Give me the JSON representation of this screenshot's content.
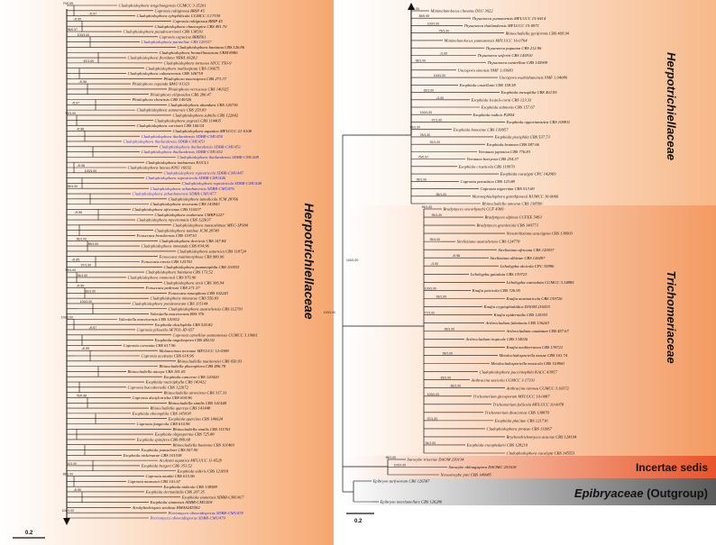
{
  "left_tree": {
    "clade_label": "Herpotrichiellaceae",
    "scale_label": "0.2",
    "leaves": [
      {
        "t": "Cladophialophora tengchongensis CGMCC 3.15201",
        "s": "79/0.99"
      },
      {
        "t": "Capronia rubiginosa BRIP 45"
      },
      {
        "t": "Cladophialophora xylophilicula CGMCC 3.17330",
        "s": "-/0.97"
      },
      {
        "t": "Capronia rubiginosa BRIP 45",
        "s": "-/0.95"
      },
      {
        "t": "Cladophialophora chaetospira CBS 491.70"
      },
      {
        "t": "Cladophialophora pseudocarrionii CBS 138591",
        "s": "96/0.97"
      },
      {
        "t": "Capronia capucina BBB561",
        "s": "100/1.00"
      },
      {
        "t": "Cladophialophora parmeliae CBS 129337",
        "c": "blue"
      },
      {
        "t": "Cladophialophora bantiana CBS 126.86"
      },
      {
        "t": "Cladophialophora bromelliasiarum URM 8086"
      },
      {
        "t": "Cladophialophora floridana NRRL 66282"
      },
      {
        "t": "Cladophialophora tortuosa ATCC T50-9",
        "s": "87/1.00"
      },
      {
        "t": "Cladophialophora multiseptata CBS 136675"
      },
      {
        "t": "Cladophialophora cabanerensis CBS 146718"
      },
      {
        "t": "Phialophora macrospora CBS 273.37"
      },
      {
        "t": "Phialophora expanda BMU 01323",
        "s": "-/0.98"
      },
      {
        "t": "Phialophora verrucosa CBS 140325"
      },
      {
        "t": "Phialophora ellipsoidea CBS 286.47"
      },
      {
        "t": "Phialophora chinensis CBS 140326"
      },
      {
        "t": "Cladophialophora abundans CBS 126736",
        "s": "-/0.97"
      },
      {
        "t": "Cladophialophora samoensis CBS 259.83"
      },
      {
        "t": "Cladophialophora subtilis CBS 122642",
        "s": "99/1.00"
      },
      {
        "t": "Cladophialophora yegresii CBS 114405"
      },
      {
        "t": "Cladophialophora carrionii CBS 160.54"
      },
      {
        "t": "Cladophialophora aquatica MFLUCC 21-0108",
        "s": "-/0.98"
      },
      {
        "t": "Cladophialophora thailandensis SDBR-CMU450",
        "c": "blue"
      },
      {
        "t": "Cladophialophora thailandensis SDBR-CMU453",
        "c": "blue"
      },
      {
        "t": "Cladophialophora thailandensis SDBR-CMU451",
        "c": "blue"
      },
      {
        "t": "Cladophialophora thailandensis SDBR-CMU452",
        "c": "blue"
      },
      {
        "t": "Cladophialophora thailandensis SDBR-CMU449",
        "c": "blue"
      },
      {
        "t": "Cladophialophora inabaensis EUCL1"
      },
      {
        "t": "Cladophialophora lanosa KNU 16032",
        "s": "-/0.96"
      },
      {
        "t": "Cladophialophora rupestricola SDBR-CMU447",
        "c": "blue",
        "s": "100/1.00"
      },
      {
        "t": "Cladophialophora rupestricola SDBR-CMU446",
        "c": "blue"
      },
      {
        "t": "Cladophialophora rupestricola SDBR-CMU448",
        "c": "blue"
      },
      {
        "t": "Cladophialophora urbanbanensis SDBR-CMU476",
        "c": "blue",
        "s": "95/1.00"
      },
      {
        "t": "Cladophialophora urbanbanensis SDBR-CMU477",
        "c": "blue"
      },
      {
        "t": "Cladophialophora tumulicola JCM 28766"
      },
      {
        "t": "Cladophialophora recurvata CBS 143843"
      },
      {
        "t": "Cladophialophora africanus CBS 116537"
      },
      {
        "t": "Cladophialophora exuberans CMRP1227",
        "s": "-/0.96"
      },
      {
        "t": "Cladophialophora mycetomatis CBS 122637"
      },
      {
        "t": "Cladophialophora matsushimae MFC-1P384"
      },
      {
        "t": "Cladophialophora tumbae JCM 28749"
      },
      {
        "t": "Fonsecaea brasiliensis CBS 119710"
      },
      {
        "t": "Cladophialophora devriesii CBS 147.84",
        "s": "96/1.00"
      },
      {
        "t": "Cladophialophora immunda CBS 834.96",
        "s": "89/1.00"
      },
      {
        "t": "Cladophialophora saturnica CBS 118724"
      },
      {
        "t": "Fonsecaea multimorphosa CBS 980.96"
      },
      {
        "t": "Fonsecaea erecta CBS 125763",
        "s": "-/0.95"
      },
      {
        "t": "Cladophialophora psammophila CBS 110553",
        "s": "97/1.00"
      },
      {
        "t": "Cladophialophora bantiana CBS 173.52",
        "s": "99/1.00"
      },
      {
        "t": "Cladophialophora emmonsii CBS 979.96",
        "s": "94/1.00"
      },
      {
        "t": "Cladophialophora arxii CBS 306.94"
      },
      {
        "t": "Fonsecaea pedrosoi CBS 271.37",
        "s": "-/0.95"
      },
      {
        "t": "Fonsecaea monophora CBS 102243",
        "s": "82/1.00"
      },
      {
        "t": "Cladophialophora minourae CBS 556.83"
      },
      {
        "t": "Cladophialophora potulentorum CBS 115144",
        "s": "100/1.00"
      },
      {
        "t": "Cladophialophora australiensis CBS 112793"
      },
      {
        "t": "Valentiella maceioensis BSS 376"
      },
      {
        "t": "Valentiella maceioensis CBS 141852",
        "s": "100/1.00"
      },
      {
        "t": "Exophiala alcalophila CBS 520.82"
      },
      {
        "t": "Capronia pilosella AFTOL-ID 657",
        "s": "-/0.97"
      },
      {
        "t": "Capronia camelliae-yunnanensis CGMCC 3.19061"
      },
      {
        "t": "Exophiala angulospora CBS 482.92"
      },
      {
        "t": "Capronia coronata CBS 617.96"
      },
      {
        "t": "Melanoctona tectonae MFLUCC 12-0389",
        "s": "-/0.99"
      },
      {
        "t": "Capronia acutiseta CBS 618.96"
      },
      {
        "t": "Rhinocladiella mackenziei CBS 650.93"
      },
      {
        "t": "Rhinocladiella phaeophora CBS 496.78"
      },
      {
        "t": "Rhinocladiella anceps CBS 181.65"
      },
      {
        "t": "Exophiala cancerae CBS 120420"
      },
      {
        "t": "Exophiala nucleiphylla CBS 143412"
      },
      {
        "t": "Capronia buccabenedii CBS 122672"
      },
      {
        "t": "Rhinocladiella atrovirens CBS 317.33"
      },
      {
        "t": "Capronia dactylotricha CBS 604.96",
        "s": "76/0.98"
      },
      {
        "t": "Rhinocladiella similis CBS 141448"
      },
      {
        "t": "Rhinocladiella quercus CBS 141448"
      },
      {
        "t": "Exophiala abietophila CBS 145038"
      },
      {
        "t": "Exophiala quercina CBS 146024"
      },
      {
        "t": "Capronia fungicola CBS 614.96"
      },
      {
        "t": "Rhinocladiella similis CBS 111763"
      },
      {
        "t": "Exophiala oligosperma CBS 725.88"
      },
      {
        "t": "Exophiala spinifera CBS 899.68"
      },
      {
        "t": "Rhinocladiella basitona CBS 101460"
      },
      {
        "t": "Exophiala jeanselmei CBS 507.90"
      },
      {
        "t": "Exophiala nishimurae CBS 101538"
      },
      {
        "t": "Aculeata aquatica MFLUCC 11-0529"
      },
      {
        "t": "Exophiala bergeri CBS 353.52",
        "s": "52/1.00"
      },
      {
        "t": "Exophiala sideris CBS 121818"
      },
      {
        "t": "Capronia munkii CBS 615.96",
        "s": "99/1.00"
      },
      {
        "t": "Capronia mansonii CBS 101.67"
      },
      {
        "t": "Exophiala nidicola CBS 138589"
      },
      {
        "t": "Exophiala dermatitidis CBS 207.35",
        "s": "-/0.95"
      },
      {
        "t": "Exophiala siamensis SDBR-CMU417"
      },
      {
        "t": "Exophiala siamensis SDBR-CMU418"
      },
      {
        "t": "Atrokylindriopsis setulosa HMAS245592"
      },
      {
        "t": "Petriomyces obovoidisporus SDBR-CMU478",
        "c": "blue",
        "s": "100/1.00"
      },
      {
        "t": "Petriomyces obovoidisporus SDBR-CMU479",
        "c": "blue"
      }
    ]
  },
  "right_tree": {
    "scale_label": "0.2",
    "families": [
      {
        "name": "Herpotrichiellaceae",
        "color": "#f7b98a"
      },
      {
        "name": "Trichomeriaceae",
        "color": "#f5a26c"
      },
      {
        "name": "Incertae sedis",
        "color": "#ea5a2e"
      },
      {
        "name": "Epibryaceae",
        "suffix": " (Outgroup)",
        "color": "#6e6e6e"
      }
    ],
    "leaves": [
      {
        "t": "Minimelanolocus clavatus DLU 3022",
        "s": "98/1.00",
        "f": 0
      },
      {
        "t": "Thysanorea yunnanensis MFLUCC 15-0414",
        "s": "89/0.99",
        "f": 0
      },
      {
        "t": "Thysanorea thailandensis MFLUCC 15-0971",
        "s": "100/1.00",
        "f": 0
      },
      {
        "t": "Rhinocladiella pyriformis CBS 469.94",
        "s": "75/1.00",
        "f": 0
      },
      {
        "t": "Minimelanolocus yunnanensis MFLUCC 16-0764",
        "f": 0
      },
      {
        "t": "Thysanorea papuana CBS 212.96",
        "f": 0
      },
      {
        "t": "Thysanorea seifertii CBS 145910",
        "s": "-/1.00",
        "f": 0
      },
      {
        "t": "Thysanorea cantrelliae CBS 145909",
        "s": "98/1.00",
        "f": 0
      },
      {
        "t": "Uncispora sinensis YMF 1.03683",
        "f": 0
      },
      {
        "t": "Uncispora wuzhishanensis YMF 1.04080",
        "s": "100/1.00",
        "f": 0
      },
      {
        "t": "Exophiala castellanii CBS 158.58",
        "f": 0
      },
      {
        "t": "Exophiala mesophila CBS 402.95",
        "s": "92/1.00",
        "f": 0
      },
      {
        "t": "Exophiala lecanii-corni CBS 123.33",
        "s": "-/1.00",
        "f": 0
      },
      {
        "t": "Exophiala salmonis CBS 157.67",
        "f": 0
      },
      {
        "t": "Exophiala radicis P2854",
        "s": "100/1.00",
        "f": 0
      },
      {
        "t": "Exophiala opportunistica CBS 109811",
        "s": "97/1.00",
        "f": 0
      },
      {
        "t": "Exophiala bonariae CBS 139957",
        "s": "99/1.00",
        "f": 0
      },
      {
        "t": "Exophiala pisciphila CBS 537.73",
        "s": "78/1.00",
        "f": 0
      },
      {
        "t": "Exophiala brunnea CBS 587.66",
        "s": "92/1.00",
        "f": 0
      },
      {
        "t": "Veronaea japonica CBS 776.83",
        "f": 0
      },
      {
        "t": "Veronaea botryosa CBS 254.57",
        "s": "75/0.97",
        "f": 0
      },
      {
        "t": "Exophiala crusticola CBS 119970",
        "f": 0
      },
      {
        "t": "Exophiala eucalypti CPC 142069",
        "f": 0
      },
      {
        "t": "Capronia parasitica CBS 123.88",
        "s": "99/1.00",
        "f": 0
      },
      {
        "t": "Capronia nigerrima CBS 513.69",
        "f": 0
      },
      {
        "t": "Marinophialophora garethjonesii KUMCC 16-0066",
        "s": "86/1.00",
        "f": 0
      },
      {
        "t": "Rhinocladiella amoena CBS 138590",
        "f": 0
      },
      {
        "t": "Bradymyces oncorhynchi CCF 4369",
        "s": "93/1.00",
        "f": 1
      },
      {
        "t": "Bradymyces alpinus CCFEE 5493",
        "s": "99/1.00",
        "f": 1
      },
      {
        "t": "Bradymyces graniticola CBS 140773",
        "f": 1
      },
      {
        "t": "Neostrelitziana acaciigena CBS 139903",
        "f": 1
      },
      {
        "t": "Strelitziana australiensis CBS 124778",
        "s": "99/1.00",
        "f": 1
      },
      {
        "t": "Strelitziana africana CBS 120037",
        "f": 1
      },
      {
        "t": "Strelitziana albiziae CBS 126497",
        "s": "-/0.98",
        "f": 1
      },
      {
        "t": "Lithohypha aloicola CPC 35996",
        "s": "-/1.00",
        "f": 1
      },
      {
        "t": "Lithohypha guttulata CBS 139723",
        "f": 1
      },
      {
        "t": "Lithohypha catenulata CGMCC 3.14885",
        "f": 1
      },
      {
        "t": "Knufia petricola CBS 726.95",
        "s": "100/1.00",
        "f": 1
      },
      {
        "t": "Knufia marmoricola CBS 139726",
        "s": "93/1.00",
        "f": 1
      },
      {
        "t": "Knufia cryptophialidica DAOM 216555",
        "f": 1
      },
      {
        "t": "Knufia epidermidis CBS 120353",
        "s": "77/1.00",
        "f": 1
      },
      {
        "t": "Arthrocladium fulminans CBS 136243",
        "f": 1
      },
      {
        "t": "Arthrocladium caudatum CBS 457.67",
        "s": "99/1.00",
        "f": 1
      },
      {
        "t": "Arthrocladium tropicale CBS 134926",
        "f": 1
      },
      {
        "t": "Knufia mediterranea CBS 139721",
        "f": 1
      },
      {
        "t": "Metulocladosporiella musae CBS 161.74",
        "s": "99/1.00",
        "f": 1
      },
      {
        "t": "Metulocladosporiella musicola CBS 110960",
        "f": 1
      },
      {
        "t": "Cladophialophora pucciniophila KACC 43957",
        "f": 1
      },
      {
        "t": "Anthracina saxicola CGMCC 3.17331",
        "s": "83/1.00",
        "f": 1
      },
      {
        "t": "Anthracina ramosa CGMCC 3.16372",
        "s": "86/1.00",
        "f": 1
      },
      {
        "t": "Trichomerium gleosporum MFLUCC 10-0087",
        "s": "100/1.00",
        "f": 1
      },
      {
        "t": "Trichomerium foliicola MFLUCC 10-0078",
        "f": 1
      },
      {
        "t": "Trichomerium dioscoreae CBS 138870",
        "f": 1
      },
      {
        "t": "Exophiala placitae CBS 121716",
        "s": "97/1.00",
        "f": 1
      },
      {
        "t": "Cladophialophora proteae CBS 111667",
        "f": 1
      },
      {
        "t": "Bryckendrickomyces acaciae CBS 124104",
        "f": 1
      },
      {
        "t": "Exophiala encephalarti CBS 128210",
        "s": "94/1.00",
        "f": 1
      },
      {
        "t": "Cladophialophora eucalypti CBS 145551",
        "f": 1
      },
      {
        "t": "Sarocybe triseriae DAOM 239134",
        "s": "98/1.00",
        "f": 2
      },
      {
        "t": "Sarocybe oblongispora DAOMC 251618",
        "s": "100/1.00",
        "f": 2
      },
      {
        "t": "Neosorocybe pini CBS 146085",
        "f": 2
      },
      {
        "t": "Epibryon turfosorum CBS 126587",
        "f": 3
      },
      {
        "t": "Epibryon interlamellare CBS 126286",
        "f": 3
      }
    ],
    "internal_support": [
      "100/1.00",
      "100/1.00"
    ]
  }
}
